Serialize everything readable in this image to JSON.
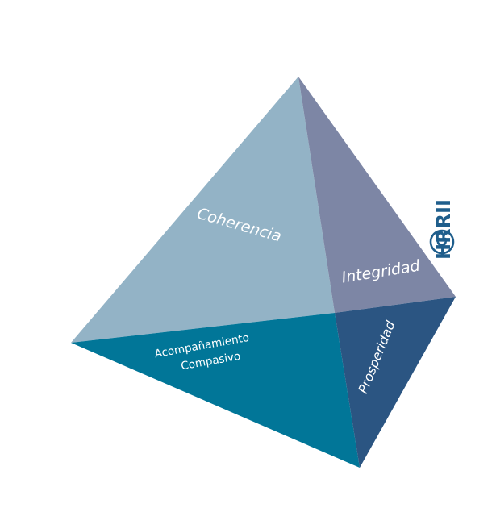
{
  "diagram": {
    "faces": [
      {
        "id": "coherencia",
        "label": "Coherencia",
        "color": "#93b3c6"
      },
      {
        "id": "integridad",
        "label": "Integridad",
        "color": "#7d86a5"
      },
      {
        "id": "acompanamiento",
        "label_line1": "Acompañamiento",
        "label_line2": "Compasivo",
        "color": "#017698"
      },
      {
        "id": "prosperidad",
        "label": "Prosperidad",
        "color": "#2b5582"
      }
    ],
    "brand": {
      "symbol": "©",
      "text": "HRRII",
      "color": "#1f5e8c"
    }
  }
}
